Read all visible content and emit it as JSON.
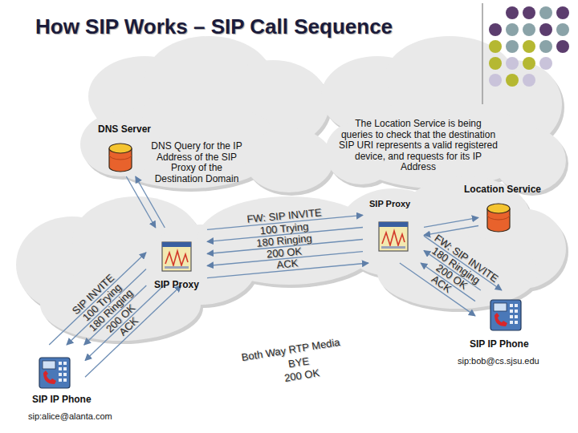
{
  "diagram": {
    "title": "How SIP Works – SIP Call Sequence",
    "nodes": [
      {
        "text": [
          "DNS Server"
        ]
      },
      {
        "text": [
          "Location Service"
        ]
      },
      {
        "text": [
          "SIP Proxy"
        ]
      },
      {
        "text": [
          "SIP Proxy"
        ]
      },
      {
        "text": [
          "SIP IP Phone",
          "sip:alice@alanta.com"
        ]
      },
      {
        "text": [
          "SIP IP Phone",
          "sip:bob@cs.sjsu.edu"
        ]
      }
    ],
    "edges": [
      {
        "from": 3,
        "to": 0,
        "arrow": "to"
      },
      {
        "from": 0,
        "to": 3,
        "arrow": "to"
      },
      {
        "from": 2,
        "to": 1,
        "arrow": "to"
      },
      {
        "from": 1,
        "to": 2,
        "arrow": "to"
      },
      {
        "from": 4,
        "to": 3,
        "label": "SIP INVITE",
        "arrow": "to"
      },
      {
        "from": 3,
        "to": 4,
        "label": "100 Trying",
        "arrow": "to"
      },
      {
        "from": 3,
        "to": 4,
        "label": "180 Ringing",
        "arrow": "to"
      },
      {
        "from": 3,
        "to": 4,
        "label": "200 OK",
        "arrow": "to"
      },
      {
        "from": 4,
        "to": 3,
        "label": "ACK",
        "arrow": "to"
      },
      {
        "from": 3,
        "to": 2,
        "label": "FW: SIP INVITE",
        "arrow": "to"
      },
      {
        "from": 2,
        "to": 3,
        "label": "100 Trying",
        "arrow": "to"
      },
      {
        "from": 2,
        "to": 3,
        "label": "180 Ringing",
        "arrow": "to"
      },
      {
        "from": 2,
        "to": 3,
        "label": "200 OK",
        "arrow": "to"
      },
      {
        "from": 3,
        "to": 2,
        "label": "ACK",
        "arrow": "to"
      },
      {
        "from": 2,
        "to": 5,
        "label": "FW: SIP INVITE",
        "arrow": "to"
      },
      {
        "from": 5,
        "to": 2,
        "label": "180 Ringing",
        "arrow": "to"
      },
      {
        "from": 5,
        "to": 2,
        "label": "200 OK",
        "arrow": "to"
      },
      {
        "from": 2,
        "to": 5,
        "label": "ACK",
        "arrow": "to"
      }
    ],
    "labels": [
      "DNS Query for the IP Address of the SIP Proxy of the Destination Domain",
      "The Location Service is being queries to check that the destination SIP URI represents a valid registered device, and requests for its IP Address",
      "Both Way RTP Media",
      "BYE",
      "200 OK"
    ]
  }
}
